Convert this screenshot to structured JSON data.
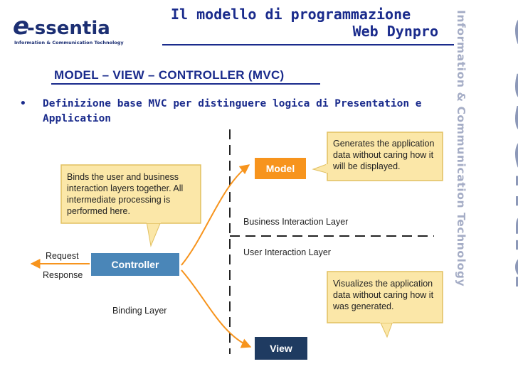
{
  "logo": {
    "brand": "e-ssentia",
    "tagline": "Information & Communication Technology"
  },
  "header": {
    "title_line1": "Il modello di programmazione",
    "title_line2": "Web Dynpro"
  },
  "section": {
    "heading": "MODEL – VIEW – CONTROLLER (MVC)"
  },
  "bullet": {
    "marker": "•",
    "text": "Definizione base MVC per distinguere logica di Presentation e Application"
  },
  "sidebar": {
    "brand": "e-ssentia",
    "tagline": "Information & Communication Technology"
  },
  "diagram": {
    "model_label": "Model",
    "view_label": "View",
    "controller_label": "Controller",
    "model_note": [
      "Generates the application",
      "data without caring how it",
      "will be displayed."
    ],
    "controller_note": [
      "Binds the user and business",
      "interaction layers together. All",
      "intermediate processing is",
      "performed here."
    ],
    "view_note": [
      "Visualizes the application",
      "data without caring how it",
      "was generated."
    ],
    "business_layer": "Business Interaction Layer",
    "user_layer": "User Interaction Layer",
    "binding_layer": "Binding Layer",
    "request": "Request",
    "response": "Response"
  },
  "colors": {
    "title": "#1a2b8c",
    "orange": "#f7941d",
    "blue_box": "#4a86b8",
    "navy_box": "#1f3b61",
    "note_bg": "#fbe7a8",
    "note_border": "#e2c061"
  }
}
